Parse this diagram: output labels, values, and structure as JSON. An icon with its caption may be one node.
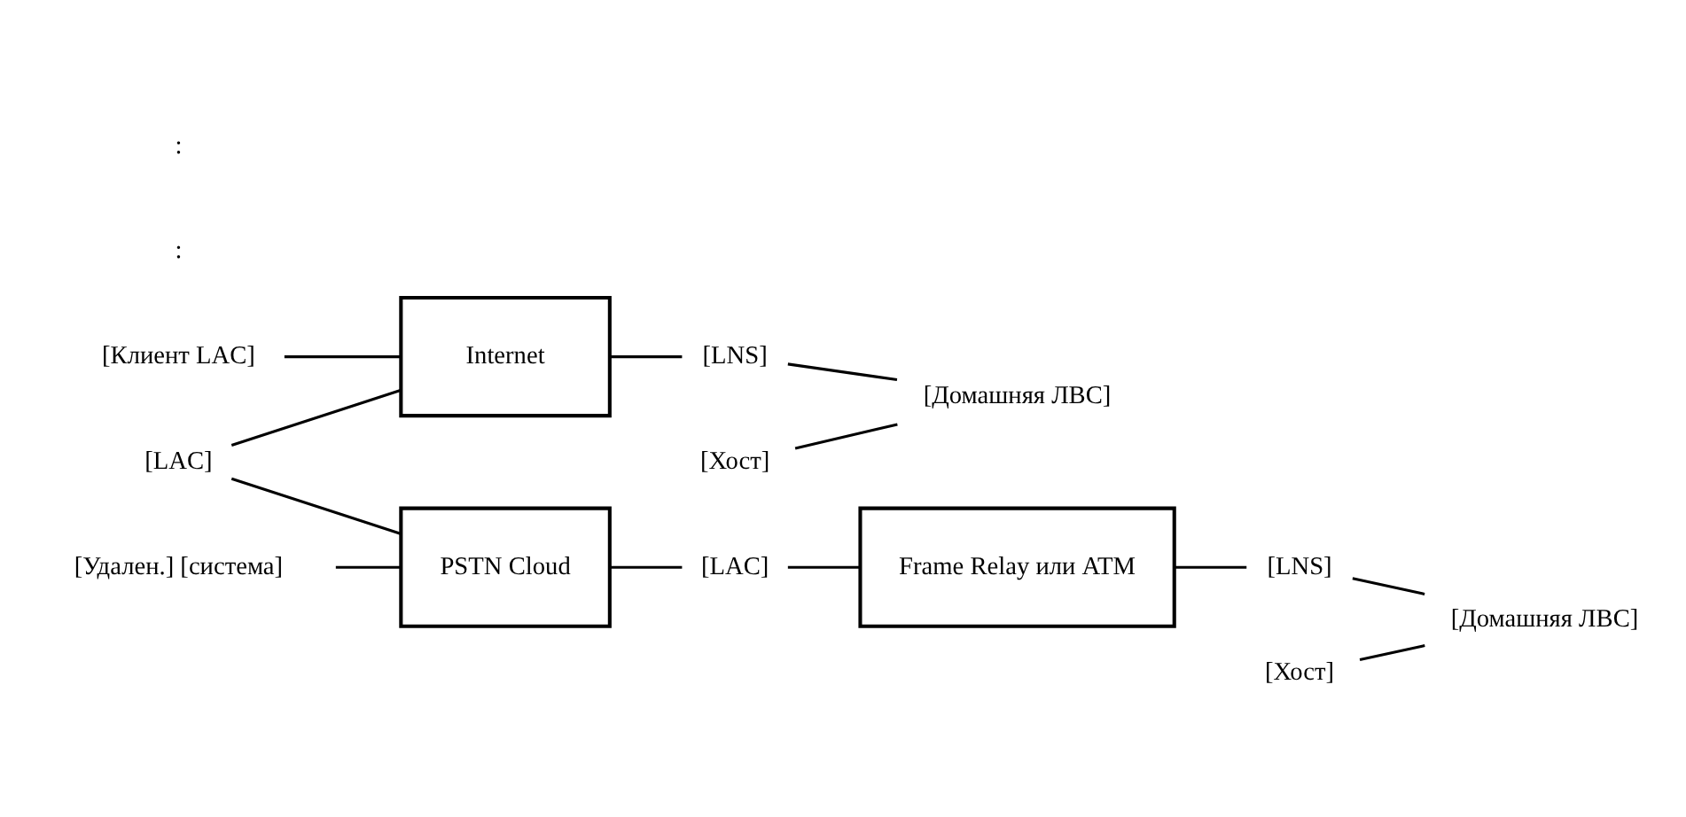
{
  "diagram": {
    "nodes": [
      {
        "text": [
          "[Клиент LAC]"
        ]
      },
      {
        "text": [
          "[Домашняя ЛВС]"
        ]
      },
      {
        "text": [
          "[Хост]"
        ]
      },
      {
        "text": [
          "Internet"
        ]
      },
      {
        "text": [
          "[LAC]"
        ]
      },
      {
        "text": [
          "[LNS]"
        ]
      },
      {
        "text": [
          "PSTN Cloud"
        ]
      },
      {
        "text": [
          "[Удален.] [система]"
        ]
      },
      {
        "text": [
          "[Домашняя ЛВС]"
        ]
      },
      {
        "text": [
          "[Хост]"
        ]
      },
      {
        "text": [
          "[LAC]"
        ]
      },
      {
        "text": [
          "Frame Relay или ATM"
        ]
      },
      {
        "text": [
          "[LNS]"
        ]
      }
    ],
    "edges": [
      {
        "from": 0,
        "to": 3,
        "arrow": "none"
      },
      {
        "from": 4,
        "to": 3,
        "arrow": "none"
      },
      {
        "from": 3,
        "to": 5,
        "arrow": "none"
      },
      {
        "from": 5,
        "to": 1,
        "arrow": "none"
      },
      {
        "from": 2,
        "to": 1,
        "arrow": "none"
      },
      {
        "from": 4,
        "to": 6,
        "arrow": "none"
      },
      {
        "from": 7,
        "to": 6,
        "arrow": "none"
      },
      {
        "from": 6,
        "to": 10,
        "arrow": "none"
      },
      {
        "from": 10,
        "to": 11,
        "arrow": "none"
      },
      {
        "from": 11,
        "to": 12,
        "arrow": "none"
      },
      {
        "from": 12,
        "to": 8,
        "arrow": "none"
      },
      {
        "from": 9,
        "to": 8,
        "arrow": "none"
      }
    ],
    "labels": [
      ":",
      ":"
    ]
  }
}
